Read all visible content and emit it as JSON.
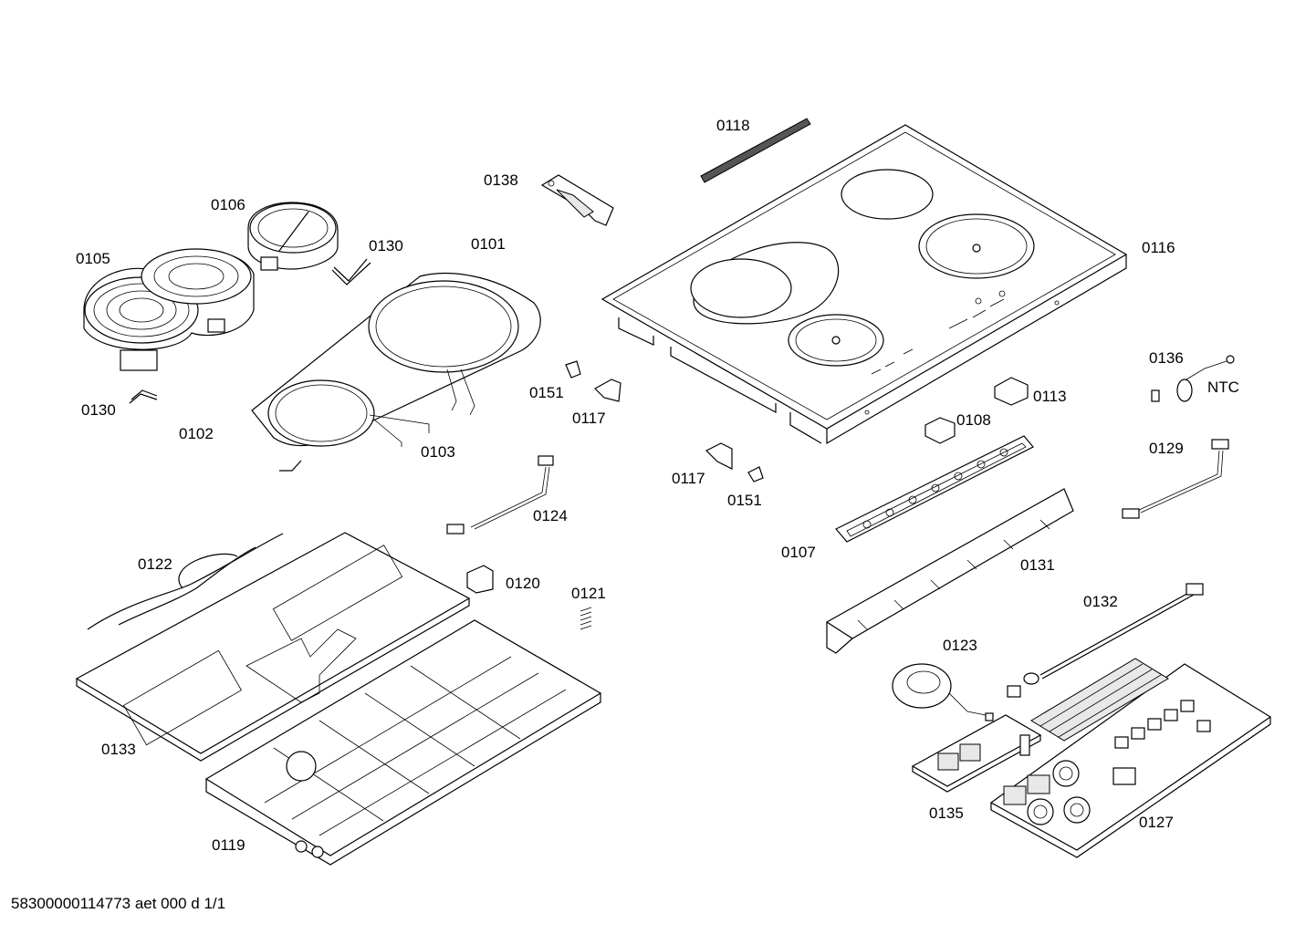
{
  "labels": {
    "p0101": "0101",
    "p0102": "0102",
    "p0103": "0103",
    "p0105": "0105",
    "p0106": "0106",
    "p0107": "0107",
    "p0108": "0108",
    "p0113": "0113",
    "p0116": "0116",
    "p0117a": "0117",
    "p0117b": "0117",
    "p0118": "0118",
    "p0119": "0119",
    "p0120": "0120",
    "p0121": "0121",
    "p0122": "0122",
    "p0123": "0123",
    "p0124": "0124",
    "p0127": "0127",
    "p0129": "0129",
    "p0130a": "0130",
    "p0130b": "0130",
    "p0131": "0131",
    "p0132": "0132",
    "p0133": "0133",
    "p0135": "0135",
    "p0136": "0136",
    "p0138": "0138",
    "p0151a": "0151",
    "p0151b": "0151",
    "ntc": "NTC"
  },
  "footer": "58300000114773 aet 000 d 1/1"
}
